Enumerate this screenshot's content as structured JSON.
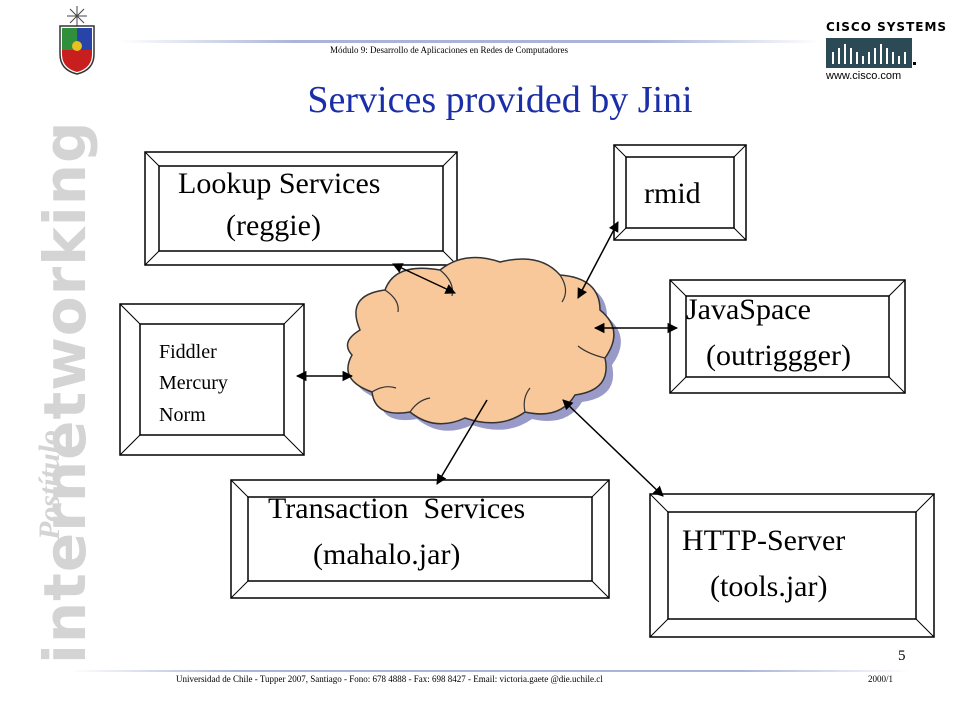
{
  "header": {
    "module": "Módulo 9: Desarrollo de Aplicaciones en Redes de Computadores",
    "cisco_name": "CISCO SYSTEMS",
    "cisco_url": "www.cisco.com"
  },
  "title": "Services provided by Jini",
  "sidebar": {
    "brand_pre": "inter",
    "brand_net": "net",
    "brand_post": "working",
    "postitulo": "Postítulo"
  },
  "diagram": {
    "lookup": {
      "line1": "Lookup Services",
      "line2": "(reggie)"
    },
    "rmid": {
      "line1": "rmid"
    },
    "javaspace": {
      "line1": "JavaSpace",
      "line2": "(outriggger)"
    },
    "fiddler": {
      "line1": "Fiddler",
      "line2": "Mercury",
      "line3": "Norm"
    },
    "transaction": {
      "line1": "Transaction  Services",
      "line2": "(mahalo.jar)"
    },
    "http": {
      "line1": "HTTP-Server",
      "line2": "(tools.jar)"
    }
  },
  "footer": {
    "page_number": "5",
    "contact": "Universidad de Chile - Tupper 2007, Santiago - Fono: 678 4888 - Fax: 698 8427 - Email: victoria.gaete @die.uchile.cl",
    "term": "2000/1"
  },
  "colors": {
    "title": "#1a2ea8",
    "cloud": "#f8c79a",
    "cloud_shadow": "#9a9ac8"
  }
}
